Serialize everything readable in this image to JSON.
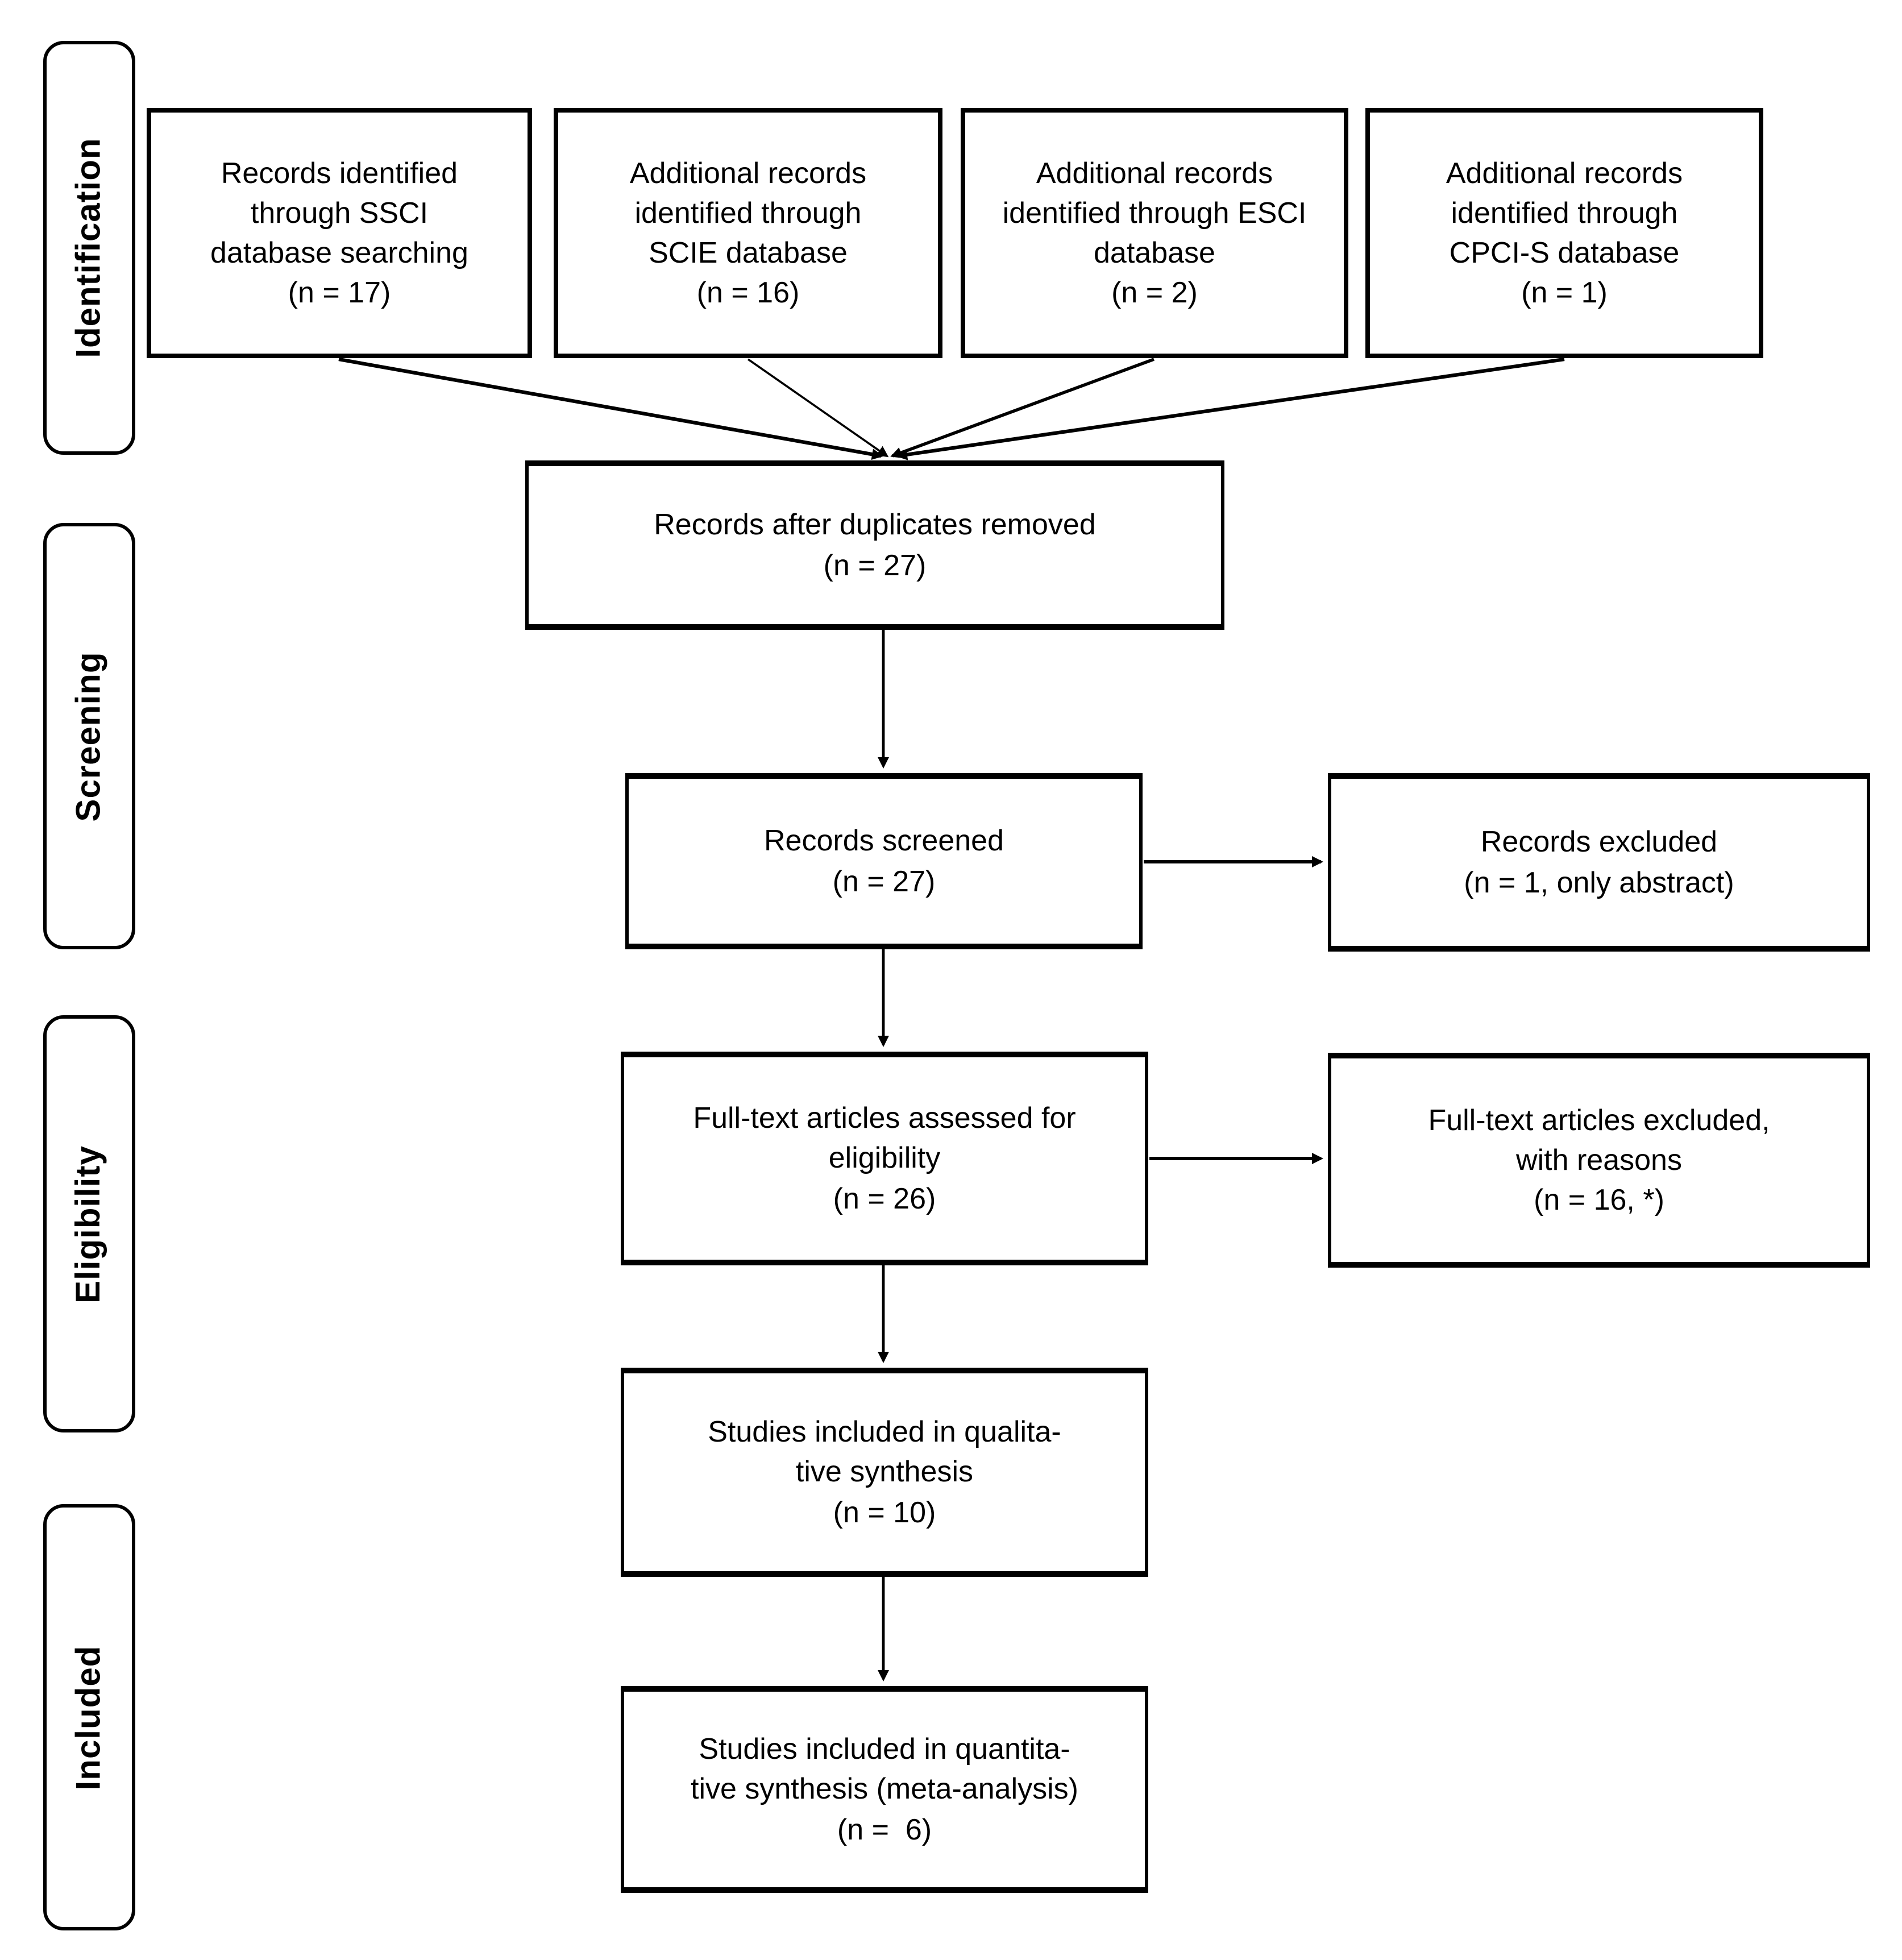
{
  "stages": {
    "identification": "Identification",
    "screening": "Screening",
    "eligibility": "Eligibility",
    "included": "Included"
  },
  "boxes": {
    "ssci": "Records identified\nthrough SSCI\ndatabase searching\n(n = 17)",
    "scie": "Additional records\nidentified through\nSCIE database\n(n = 16)",
    "esci": "Additional records\nidentified through ESCI\ndatabase\n(n = 2)",
    "cpcis": "Additional records\nidentified through\nCPCI-S database\n(n = 1)",
    "duplicates_removed": "Records after duplicates removed\n(n = 27)",
    "records_screened": "Records screened\n(n = 27)",
    "records_excluded": "Records excluded\n(n = 1, only abstract)",
    "fulltext_assessed": "Full-text articles assessed for\neligibility\n(n = 26)",
    "fulltext_excluded": "Full-text articles excluded,\nwith reasons\n(n = 16, *)",
    "qualitative": "Studies included in qualita-\ntive synthesis\n(n = 10)",
    "quantitative": "Studies included in quantita-\ntive synthesis (meta-analysis)\n(n =  6)"
  },
  "colors": {
    "line": "#000000",
    "background": "#ffffff"
  }
}
